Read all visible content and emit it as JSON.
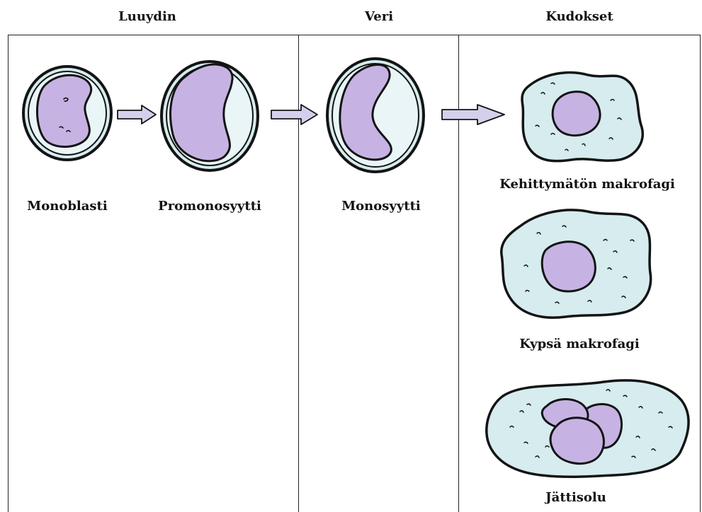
{
  "columns": [
    {
      "title": "Luuydin"
    },
    {
      "title": "Veri"
    },
    {
      "title": "Kudokset"
    }
  ],
  "cells": {
    "monoblast": "Monoblasti",
    "promonocyte": "Promonosyytti",
    "monocyte": "Monosyytti",
    "immature_macrophage": "Kehittymätön makrofagi",
    "mature_macrophage": "Kypsä makrofagi",
    "giant_cell": "Jättisolu"
  },
  "colors": {
    "cytoplasm": "#d6ecef",
    "nucleus": "#c7b3e3",
    "outline": "#141414",
    "arrow_fill": "#d4d0ec"
  }
}
